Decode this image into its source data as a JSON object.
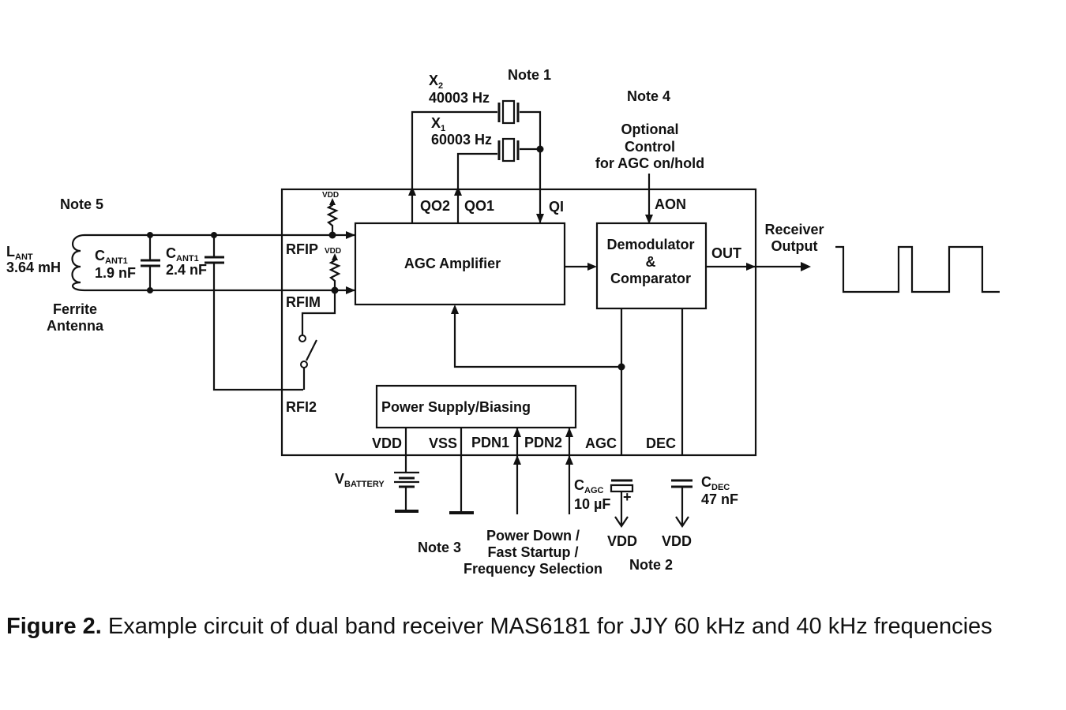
{
  "notes": {
    "note1": "Note 1",
    "note2": "Note 2",
    "note3": "Note 3",
    "note4": "Note 4",
    "note5": "Note 5"
  },
  "crystals": {
    "x2": {
      "name": "X",
      "sub": "2",
      "freq": "40003 Hz"
    },
    "x1": {
      "name": "X",
      "sub": "1",
      "freq": "60003 Hz"
    }
  },
  "aon_control": {
    "line1": "Optional",
    "line2": "Control",
    "line3": "for AGC on/hold"
  },
  "antenna": {
    "inductor": {
      "name": "L",
      "sub": "ANT",
      "value": "3.64 mH"
    },
    "cap1": {
      "name": "C",
      "sub": "ANT1",
      "value": "1.9 nF"
    },
    "cap2": {
      "name": "C",
      "sub": "ANT1",
      "value": "2.4 nF"
    },
    "label_line1": "Ferrite",
    "label_line2": "Antenna"
  },
  "pins": {
    "rfip": "RFIP",
    "rfim": "RFIM",
    "rfi2": "RFI2",
    "qo2": "QO2",
    "qo1": "QO1",
    "qi": "QI",
    "aon": "AON",
    "out": "OUT",
    "vdd": "VDD",
    "vss": "VSS",
    "pdn1": "PDN1",
    "pdn2": "PDN2",
    "agc": "AGC",
    "dec": "DEC",
    "vdd_small": "VDD"
  },
  "blocks": {
    "agc_amplifier": "AGC Amplifier",
    "demod_line1": "Demodulator",
    "demod_line2": "&",
    "demod_line3": "Comparator",
    "power_supply": "Power Supply/Biasing"
  },
  "output": {
    "line1": "Receiver",
    "line2": "Output"
  },
  "external": {
    "battery": {
      "name": "V",
      "sub": "BATTERY"
    },
    "cagc": {
      "name": "C",
      "sub": "AGC",
      "value": "10 µF",
      "polarity": "+"
    },
    "cdec": {
      "name": "C",
      "sub": "DEC",
      "value": "47 nF"
    },
    "vdd_agc": "VDD",
    "vdd_dec": "VDD",
    "pdn_line1": "Power Down /",
    "pdn_line2": "Fast Startup /",
    "pdn_line3": "Frequency Selection"
  },
  "caption": {
    "label": "Figure 2.",
    "text": " Example circuit of dual band receiver MAS6181 for JJY 60 kHz and 40 kHz frequencies"
  }
}
